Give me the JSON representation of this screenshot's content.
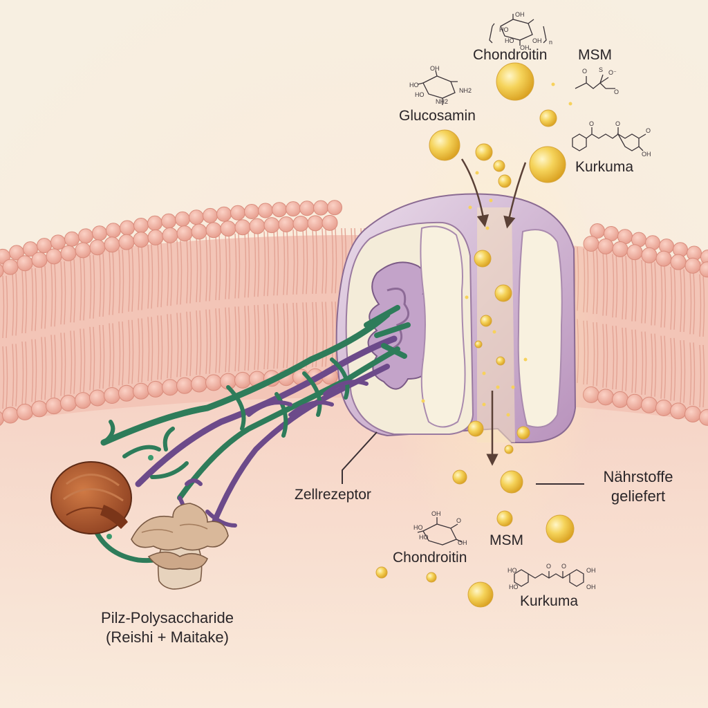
{
  "labels": {
    "chondroitin_top": "Chondroitin",
    "msm_top": "MSM",
    "glucosamin": "Glucosamin",
    "kurkuma_top": "Kurkuma",
    "zellrezeptor": "Zellrezeptor",
    "naehrstoffe_line1": "Nährstoffe",
    "naehrstoffe_line2": "geliefert",
    "msm_bottom": "MSM",
    "chondroitin_bottom": "Chondroitin",
    "kurkuma_bottom": "Kurkuma",
    "pilz_line1": "Pilz-Polysaccharide",
    "pilz_line2": "(Reishi + Maitake)"
  },
  "chem_text": {
    "oh": "OH",
    "ho": "HO",
    "nh2": "NH2",
    "nh2_lower": "NH2",
    "o": "O",
    "o_minus": "O⁻",
    "s": "S",
    "n": "n"
  },
  "colors": {
    "background": "#f8efe2",
    "membrane_head": "#f2b3a4",
    "membrane_tail": "#e9a99a",
    "receptor": "#c8a8c9",
    "receptor_dark": "#7b5a86",
    "polysaccharide_green": "#2e7c5a",
    "polysaccharide_purple": "#6c4a8a",
    "nutrient_gold": "#f2c84b",
    "reishi": "#a8522c",
    "maitake": "#d9b89a"
  },
  "icons": [
    "reishi-mushroom-icon",
    "maitake-mushroom-icon",
    "nutrient-particle-icon",
    "arrow-down-icon"
  ]
}
